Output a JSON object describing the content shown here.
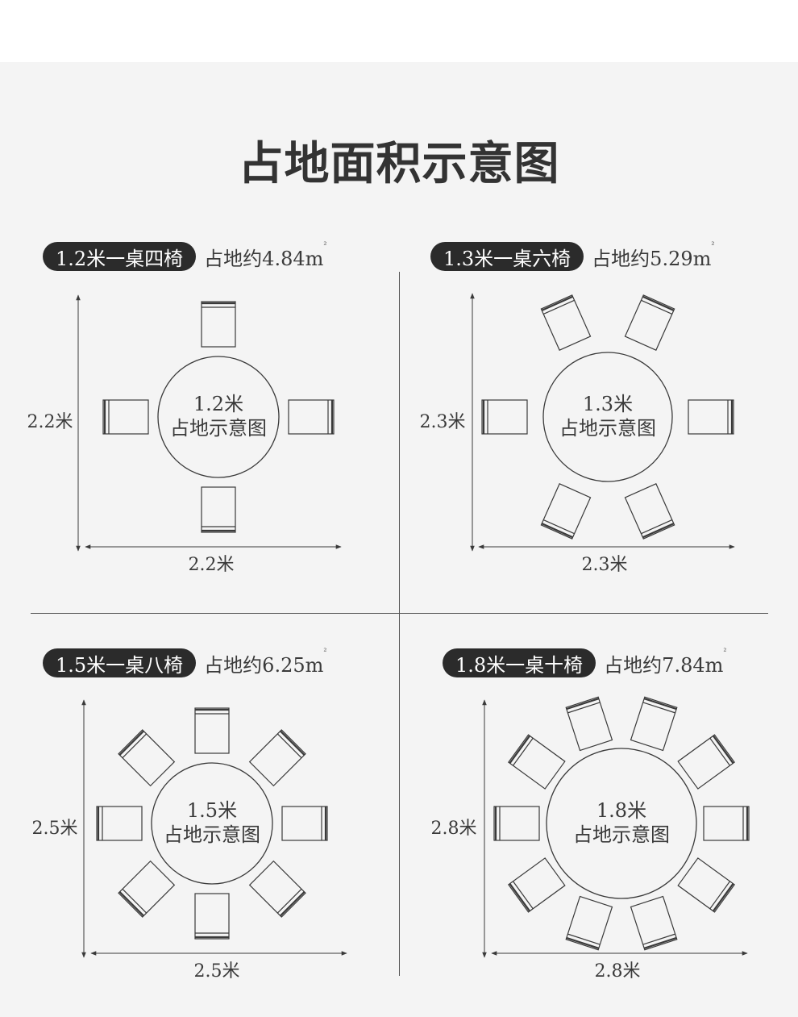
{
  "page": {
    "title": "占地面积示意图"
  },
  "quadrants": [
    {
      "label": "1.2米一桌四椅",
      "area_text": "占地约4.84m",
      "area_unit_sup": "²",
      "table_size": "1.2米",
      "table_caption": "占地示意图",
      "dimension": "2.2米",
      "chairs": 4
    },
    {
      "label": "1.3米一桌六椅",
      "area_text": "占地约5.29m",
      "area_unit_sup": "²",
      "table_size": "1.3米",
      "table_caption": "占地示意图",
      "dimension": "2.3米",
      "chairs": 6
    },
    {
      "label": "1.5米一桌八椅",
      "area_text": "占地约6.25m",
      "area_unit_sup": "²",
      "table_size": "1.5米",
      "table_caption": "占地示意图",
      "dimension": "2.5米",
      "chairs": 8
    },
    {
      "label": "1.8米一桌十椅",
      "area_text": "占地约7.84m",
      "area_unit_sup": "²",
      "table_size": "1.8米",
      "table_caption": "占地示意图",
      "dimension": "2.8米",
      "chairs": 10
    }
  ],
  "colors": {
    "background": "#f4f4f4",
    "pill": "#2b2b2b",
    "line": "#3a3a3a"
  }
}
